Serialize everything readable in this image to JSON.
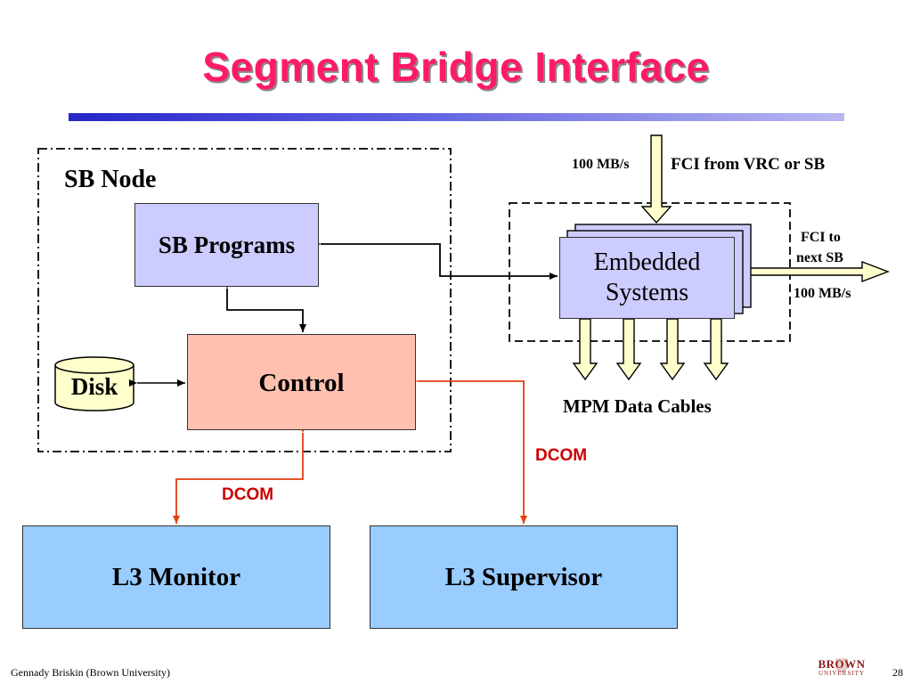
{
  "slide": {
    "title": "Segment Bridge Interface",
    "page_number": "28"
  },
  "sb_node": {
    "label": "SB Node",
    "programs": "SB Programs",
    "control": "Control",
    "disk": "Disk"
  },
  "embedded": {
    "label": "Embedded Systems",
    "input_rate": "100 MB/s",
    "input_label": "FCI from VRC or SB",
    "output_label_line1": "FCI to",
    "output_label_line2": "next SB",
    "output_rate": "100 MB/s",
    "cables_label": "MPM Data Cables"
  },
  "links": {
    "dcom_supervisor": "DCOM",
    "dcom_monitor": "DCOM"
  },
  "bottom": {
    "monitor": "L3 Monitor",
    "supervisor": "L3 Supervisor"
  },
  "footer": {
    "author": "Gennady Briskin (Brown University)",
    "logo_line1": "BROWN",
    "logo_line2": "UNIVERSITY"
  },
  "colors": {
    "title": "#ff1a66",
    "programs_fill": "#ccccff",
    "control_fill": "#ffc0b0",
    "disk_fill": "#ffffcc",
    "arrow_fill": "#ffffcc",
    "l3_fill": "#99ccff",
    "dcom": "#cc0000"
  }
}
